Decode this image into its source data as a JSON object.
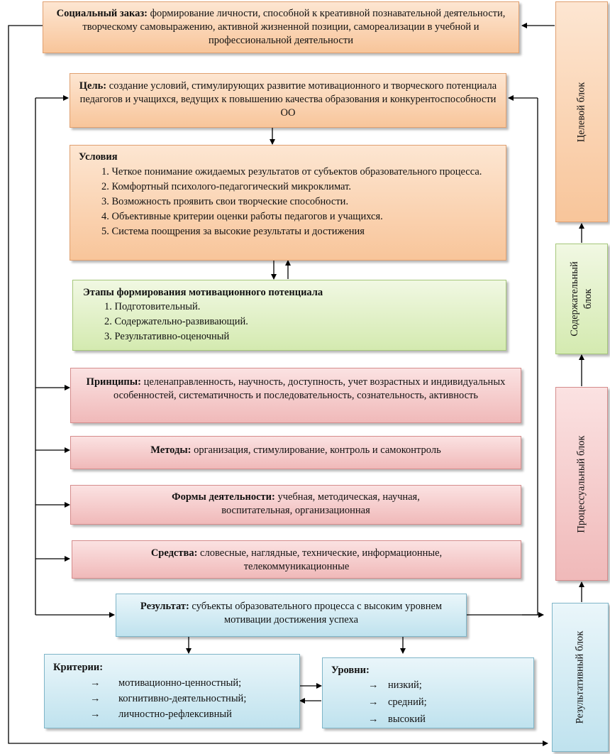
{
  "social_order": {
    "label": "Социальный заказ:",
    "text": " формирование личности, способной к креативной познавательной деятельности, творческому самовыражению, активной жизненной позиции, самореализации в учебной и профессиональной деятельности"
  },
  "goal": {
    "label": "Цель:",
    "text": " создание условий, стимулирующих развитие мотивационного и творческого потенциала педагогов и учащихся, ведущих к повышению качества образования и конкурентоспособности ОО"
  },
  "conditions": {
    "title": "Условия",
    "items": [
      "1. Четкое понимание ожидаемых результатов от субъектов образовательного процесса.",
      "2. Комфортный психолого-педагогический микроклимат.",
      "3. Возможность проявить свои творческие способности.",
      "4. Объективные критерии оценки работы педагогов и учащихся.",
      "5. Система поощрения за высокие результаты и достижения"
    ]
  },
  "stages": {
    "title": "Этапы формирования мотивационного потенциала",
    "items": [
      "1. Подготовительный.",
      "2. Содержательно-развивающий.",
      "3. Результативно-оценочный"
    ]
  },
  "principles": {
    "label": "Принципы:",
    "text": " целенаправленность, научность, доступность, учет возрастных и индивидуальных особенностей, систематичность и последовательность, сознательность, активность"
  },
  "methods": {
    "label": "Методы:",
    "text": " организация, стимулирование, контроль и самоконтроль"
  },
  "forms": {
    "label": "Формы деятельности:",
    "text": " учебная, методическая, научная, воспитательная, организационная"
  },
  "means": {
    "label": "Средства:",
    "text": " словесные, наглядные, технические, информационные, телекоммуникационные"
  },
  "result": {
    "label": "Результат:",
    "text": " субъекты образовательного процесса с высоким уровнем мотивации достижения успеха"
  },
  "criteria": {
    "title": "Критерии:",
    "bullet": "→",
    "items": [
      "мотивационно-ценностный;",
      "когнитивно-деятельностный;",
      "личностно-рефлексивный"
    ]
  },
  "levels": {
    "title": "Уровни:",
    "bullet": "→",
    "items": [
      "низкий;",
      "средний;",
      "высокий"
    ]
  },
  "side_blocks": {
    "target": "Целевой блок",
    "content": "Содержательный блок",
    "process": "Процессуальный блок",
    "result": "Результативный блок"
  }
}
